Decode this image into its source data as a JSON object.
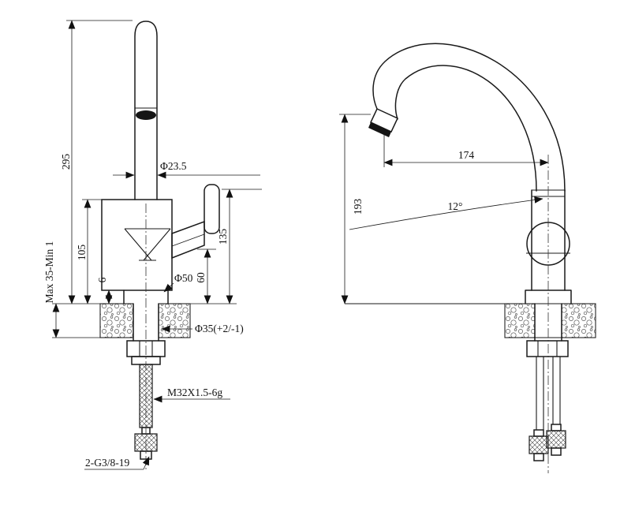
{
  "left_view": {
    "spout_height": "295",
    "body_height": "105",
    "countertop_thickness": "Max 35-Min 1",
    "base_gap": "6",
    "spout_diameter": "Φ23.5",
    "base_diameter": "Φ50",
    "mounting_hole_diameter": "Φ35(+2/-1)",
    "handle_top_height": "135",
    "handle_bottom_height": "60",
    "shank_thread": "M32X1.5-6g",
    "hose_thread": "2-G3/8-19"
  },
  "right_view": {
    "spout_reach": "174",
    "spout_outlet_height": "193",
    "spout_angle": "12°"
  }
}
